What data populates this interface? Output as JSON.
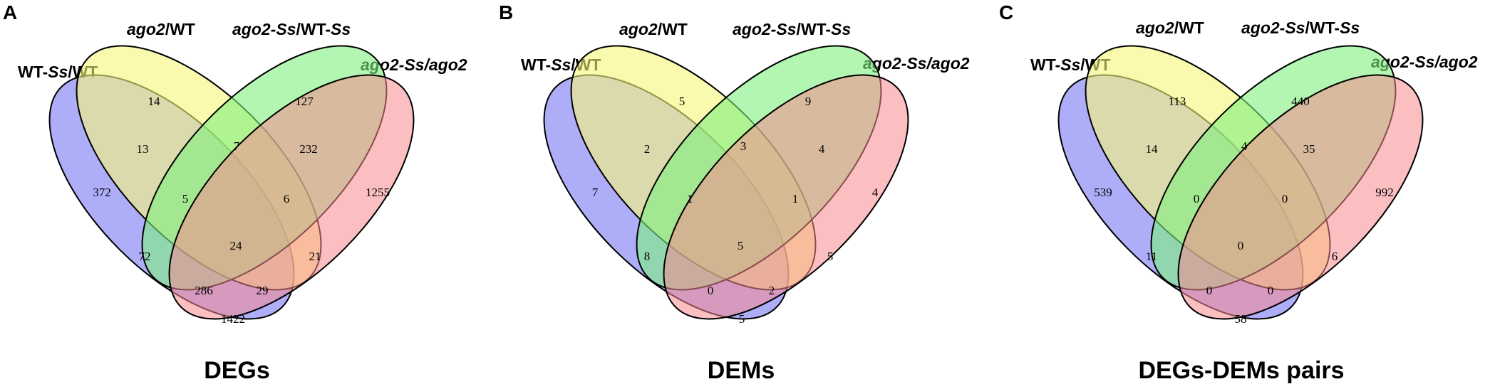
{
  "set_labels": {
    "wt_ss_wt": [
      "WT-",
      "Ss",
      "/WT"
    ],
    "ago2_wt": [
      "ago2",
      "/WT"
    ],
    "ago2ss_wtss": [
      "ago2-Ss",
      "/WT-",
      "Ss"
    ],
    "ago2ss_ago2": [
      "ago2-Ss/ago2"
    ]
  },
  "set_colors": {
    "wt_ss_wt": "#8c8cf5",
    "ago2_wt": "#f7f77a",
    "ago2ss_wtss": "#7ef07e",
    "ago2ss_ago2": "#f78a8f"
  },
  "panels": [
    {
      "letter": "A",
      "caption": "DEGs",
      "counts": {
        "only_a": "372",
        "only_b": "14",
        "only_c": "127",
        "only_d": "1255",
        "ab": "13",
        "bc": "7",
        "cd": "232",
        "ad": "1422",
        "abc": "5",
        "bcd": "6",
        "ac": "72",
        "bd": "21",
        "abcd": "24",
        "acd": "286",
        "abd": "29"
      }
    },
    {
      "letter": "B",
      "caption": "DEMs",
      "counts": {
        "only_a": "7",
        "only_b": "5",
        "only_c": "9",
        "only_d": "4",
        "ab": "2",
        "bc": "3",
        "cd": "4",
        "ad": "5",
        "abc": "1",
        "bcd": "1",
        "ac": "8",
        "bd": "5",
        "abcd": "5",
        "acd": "0",
        "abd": "2"
      }
    },
    {
      "letter": "C",
      "caption": "DEGs-DEMs pairs",
      "counts": {
        "only_a": "539",
        "only_b": "113",
        "only_c": "440",
        "only_d": "992",
        "ab": "14",
        "bc": "4",
        "cd": "35",
        "ad": "58",
        "abc": "0",
        "bcd": "0",
        "ac": "11",
        "bd": "6",
        "abcd": "0",
        "acd": "0",
        "abd": "0"
      }
    }
  ]
}
